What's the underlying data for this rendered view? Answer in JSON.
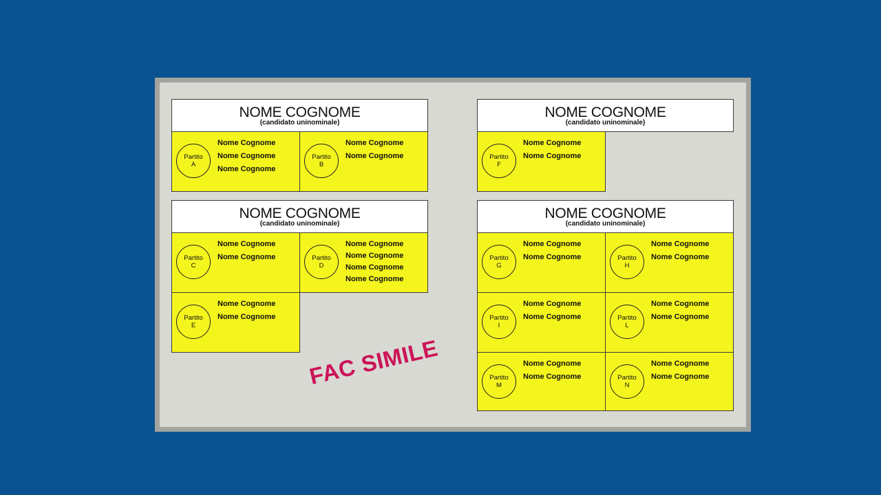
{
  "blocks": [
    {
      "candidate": "NOME COGNOME",
      "subtitle": "(candidato uninominale)",
      "parties": [
        {
          "label": "Partito",
          "letter": "A",
          "names": [
            "Nome Cognome",
            "Nome Cognome",
            "Nome Cognome"
          ]
        },
        {
          "label": "Partito",
          "letter": "B",
          "names": [
            "Nome Cognome",
            "Nome Cognome"
          ]
        }
      ]
    },
    {
      "candidate": "NOME COGNOME",
      "subtitle": "(candidato uninominale)",
      "parties": [
        {
          "label": "Partito",
          "letter": "F",
          "names": [
            "Nome Cognome",
            "Nome Cognome"
          ]
        }
      ]
    },
    {
      "candidate": "NOME COGNOME",
      "subtitle": "(candidato uninominale)",
      "parties": [
        {
          "label": "Partito",
          "letter": "C",
          "names": [
            "Nome Cognome",
            "Nome Cognome"
          ]
        },
        {
          "label": "Partito",
          "letter": "D",
          "names": [
            "Nome Cognome",
            "Nome Cognome",
            "Nome Cognome",
            "Nome Cognome"
          ]
        },
        {
          "label": "Partito",
          "letter": "E",
          "names": [
            "Nome Cognome",
            "Nome Cognome"
          ]
        }
      ]
    },
    {
      "candidate": "NOME COGNOME",
      "subtitle": "(candidato uninominale)",
      "parties": [
        {
          "label": "Partito",
          "letter": "G",
          "names": [
            "Nome Cognome",
            "Nome Cognome"
          ]
        },
        {
          "label": "Partito",
          "letter": "H",
          "names": [
            "Nome Cognome",
            "Nome Cognome"
          ]
        },
        {
          "label": "Partito",
          "letter": "I",
          "names": [
            "Nome Cognome",
            "Nome Cognome"
          ]
        },
        {
          "label": "Partito",
          "letter": "L",
          "names": [
            "Nome Cognome",
            "Nome Cognome"
          ]
        },
        {
          "label": "Partito",
          "letter": "M",
          "names": [
            "Nome Cognome",
            "Nome Cognome"
          ]
        },
        {
          "label": "Partito",
          "letter": "N",
          "names": [
            "Nome Cognome",
            "Nome Cognome"
          ]
        }
      ]
    }
  ],
  "watermark": "FAC SIMILE",
  "colors": {
    "background": "#0b5390",
    "sheet": "#d9d9d4",
    "party_cell": "#f5f51e",
    "watermark": "#cc1357"
  }
}
